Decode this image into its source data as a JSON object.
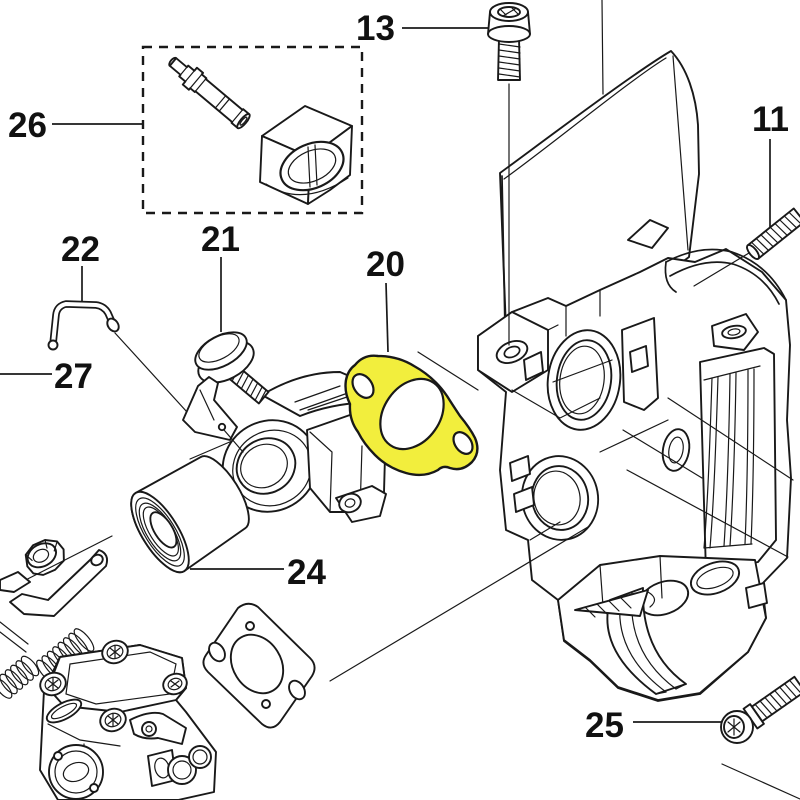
{
  "diagram": {
    "type": "exploded-parts-diagram",
    "highlighted_label": "20",
    "colors": {
      "background": "#ffffff",
      "line": "#191919",
      "highlight": "#f2ee3d"
    },
    "labels": [
      {
        "text": "13"
      },
      {
        "text": "26"
      },
      {
        "text": "11"
      },
      {
        "text": "22"
      },
      {
        "text": "21"
      },
      {
        "text": "20"
      },
      {
        "text": "27"
      },
      {
        "text": "24"
      },
      {
        "text": "25"
      }
    ]
  }
}
